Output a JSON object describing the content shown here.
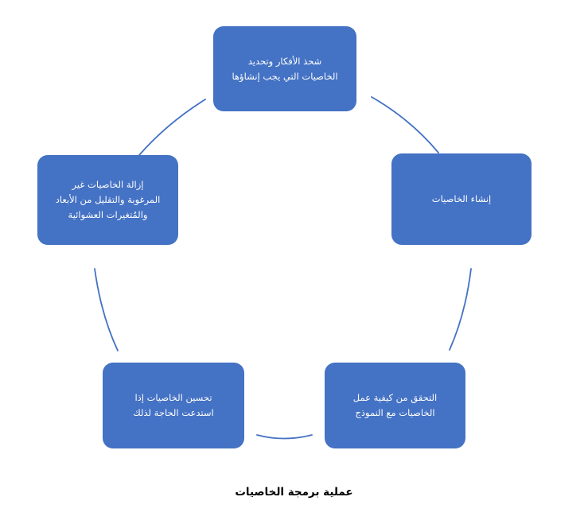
{
  "diagram": {
    "type": "cycle",
    "language": "ar",
    "direction": "rtl",
    "background_color": "#ffffff",
    "node_fill_color": "#4472C4",
    "node_text_color": "#ffffff",
    "connector_color": "#4472C4",
    "caption_color": "#000000",
    "nodes": [
      {
        "id": "top",
        "position": "top",
        "label": "شحذ الأفكار وتحديد\nالخاصيات التي يجب إنشاؤها"
      },
      {
        "id": "right",
        "position": "right",
        "label": "إنشاء الخاصيات"
      },
      {
        "id": "bottom-right",
        "position": "bottom-right",
        "label": "التحقق من كيفية عمل\nالخاصيات مع النموذج"
      },
      {
        "id": "bottom-left",
        "position": "bottom-left",
        "label": "تحسين الخاصيات إذا\nاستدعت الحاجة لذلك"
      },
      {
        "id": "left",
        "position": "left",
        "label": "إزالة الخاصيات غير\nالمرغوبة والتقليل من الأبعاد\nوالمُتغيرات العشوائية"
      }
    ],
    "connectors": [
      {
        "id": "top-to-right",
        "from": "top",
        "to": "right"
      },
      {
        "id": "right-to-bottom-right",
        "from": "right",
        "to": "bottom-right"
      },
      {
        "id": "bottom-right-to-bottom-left",
        "from": "bottom-right",
        "to": "bottom-left"
      },
      {
        "id": "bottom-left-to-left",
        "from": "bottom-left",
        "to": "left"
      },
      {
        "id": "left-to-top",
        "from": "left",
        "to": "top"
      }
    ]
  },
  "caption": {
    "text": "عملية برمجة الخاصيات"
  }
}
